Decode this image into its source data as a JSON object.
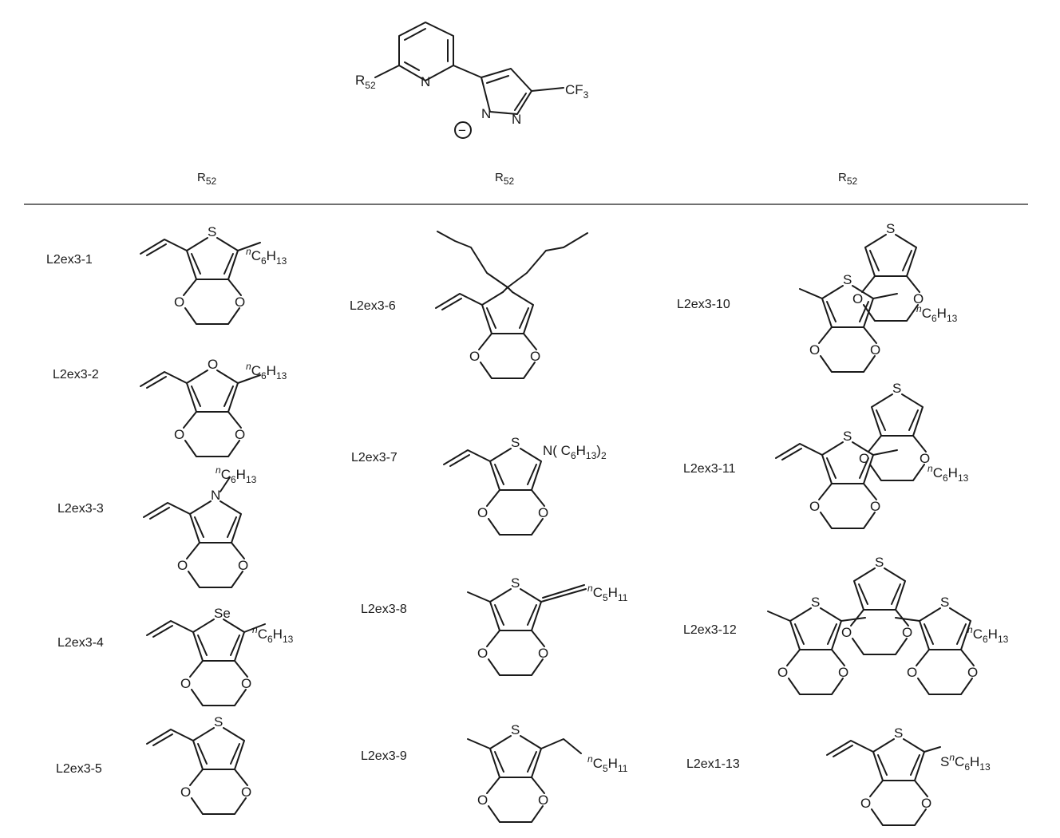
{
  "core": {
    "substituent": "R",
    "substituent_sub": "52",
    "n_atom": "N",
    "pyrazole_n1": "N",
    "pyrazole_n2": "N",
    "cf": "CF",
    "cf_sub": "3",
    "charge": "−"
  },
  "headers": [
    {
      "main": "R",
      "sub": "52"
    },
    {
      "main": "R",
      "sub": "52"
    },
    {
      "main": "R",
      "sub": "52"
    }
  ],
  "ligands": [
    {
      "label": "L2ex3-1",
      "hetero": "S",
      "tail": [
        {
          "t": "n",
          "c": "sup"
        },
        {
          "t": "C"
        },
        {
          "t": "6",
          "c": "sub"
        },
        {
          "t": "H"
        },
        {
          "t": "13",
          "c": "sub"
        }
      ]
    },
    {
      "label": "L2ex3-2",
      "hetero": "O",
      "tail": [
        {
          "t": "n",
          "c": "sup"
        },
        {
          "t": "C"
        },
        {
          "t": "6",
          "c": "sub"
        },
        {
          "t": "H"
        },
        {
          "t": "13",
          "c": "sub"
        }
      ]
    },
    {
      "label": "L2ex3-3",
      "hetero": "N",
      "tail": [
        {
          "t": "n",
          "c": "sup"
        },
        {
          "t": "C"
        },
        {
          "t": "6",
          "c": "sub"
        },
        {
          "t": "H"
        },
        {
          "t": "13",
          "c": "sub"
        }
      ]
    },
    {
      "label": "L2ex3-4",
      "hetero": "Se",
      "tail": [
        {
          "t": "n",
          "c": "sup"
        },
        {
          "t": "C"
        },
        {
          "t": "6",
          "c": "sub"
        },
        {
          "t": "H"
        },
        {
          "t": "13",
          "c": "sub"
        }
      ]
    },
    {
      "label": "L2ex3-5",
      "hetero": "S"
    },
    {
      "label": "L2ex3-6"
    },
    {
      "label": "L2ex3-7",
      "hetero": "S",
      "tail": [
        {
          "t": "N( C"
        },
        {
          "t": "6",
          "c": "sub"
        },
        {
          "t": "H"
        },
        {
          "t": "13",
          "c": "sub"
        },
        {
          "t": ")"
        },
        {
          "t": "2",
          "c": "sub"
        }
      ]
    },
    {
      "label": "L2ex3-8",
      "hetero": "S",
      "tail": [
        {
          "t": "n",
          "c": "sup"
        },
        {
          "t": "C"
        },
        {
          "t": "5",
          "c": "sub"
        },
        {
          "t": "H"
        },
        {
          "t": "11",
          "c": "sub"
        }
      ]
    },
    {
      "label": "L2ex3-9",
      "hetero": "S",
      "tail": [
        {
          "t": "n",
          "c": "sup"
        },
        {
          "t": "C"
        },
        {
          "t": "5",
          "c": "sub"
        },
        {
          "t": "H"
        },
        {
          "t": "11",
          "c": "sub"
        }
      ]
    },
    {
      "label": "L2ex3-10",
      "hetero": "S",
      "tail": [
        {
          "t": "n",
          "c": "sup"
        },
        {
          "t": "C"
        },
        {
          "t": "6",
          "c": "sub"
        },
        {
          "t": "H"
        },
        {
          "t": "13",
          "c": "sub"
        }
      ]
    },
    {
      "label": "L2ex3-11",
      "hetero": "S",
      "tail": [
        {
          "t": "n",
          "c": "sup"
        },
        {
          "t": "C"
        },
        {
          "t": "6",
          "c": "sub"
        },
        {
          "t": "H"
        },
        {
          "t": "13",
          "c": "sub"
        }
      ]
    },
    {
      "label": "L2ex3-12",
      "hetero": "S",
      "tail": [
        {
          "t": "n",
          "c": "sup"
        },
        {
          "t": "C"
        },
        {
          "t": "6",
          "c": "sub"
        },
        {
          "t": "H"
        },
        {
          "t": "13",
          "c": "sub"
        }
      ]
    },
    {
      "label": "L2ex1-13",
      "hetero": "S",
      "tail": [
        {
          "t": "S"
        },
        {
          "t": "n",
          "c": "sup"
        },
        {
          "t": "C"
        },
        {
          "t": "6",
          "c": "sub"
        },
        {
          "t": "H"
        },
        {
          "t": "13",
          "c": "sub"
        }
      ]
    }
  ],
  "oxygen": "O"
}
